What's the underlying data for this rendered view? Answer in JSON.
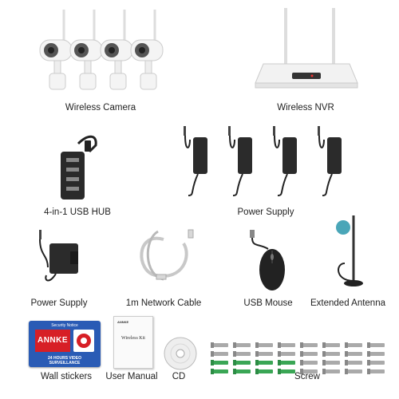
{
  "items": {
    "wireless_camera": "Wireless Camera",
    "wireless_nvr": "Wireless NVR",
    "usb_hub": "4-in-1 USB HUB",
    "power_supply_multi": "Power Supply",
    "power_supply_single": "Power Supply",
    "network_cable": "1m Network Cable",
    "usb_mouse": "USB Mouse",
    "extended_antenna": "Extended Antenna",
    "wall_stickers": "Wall stickers",
    "user_manual": "User Manual",
    "cd": "CD",
    "screw": "Screw"
  },
  "sticker": {
    "notice": "Security Notice",
    "brand": "ANNKE",
    "tagline": "24 HOURS VIDEO SURVEILLANCE"
  },
  "manual": {
    "brand": "ANNKE",
    "title": "Wireless Kit"
  },
  "colors": {
    "annke_red": "#d71f26",
    "sticker_blue": "#2a5bb5",
    "anchor_green": "#3aa655",
    "antenna_base_teal": "#4aa6b8"
  },
  "counts": {
    "cameras": 4,
    "power_adapters": 4
  }
}
